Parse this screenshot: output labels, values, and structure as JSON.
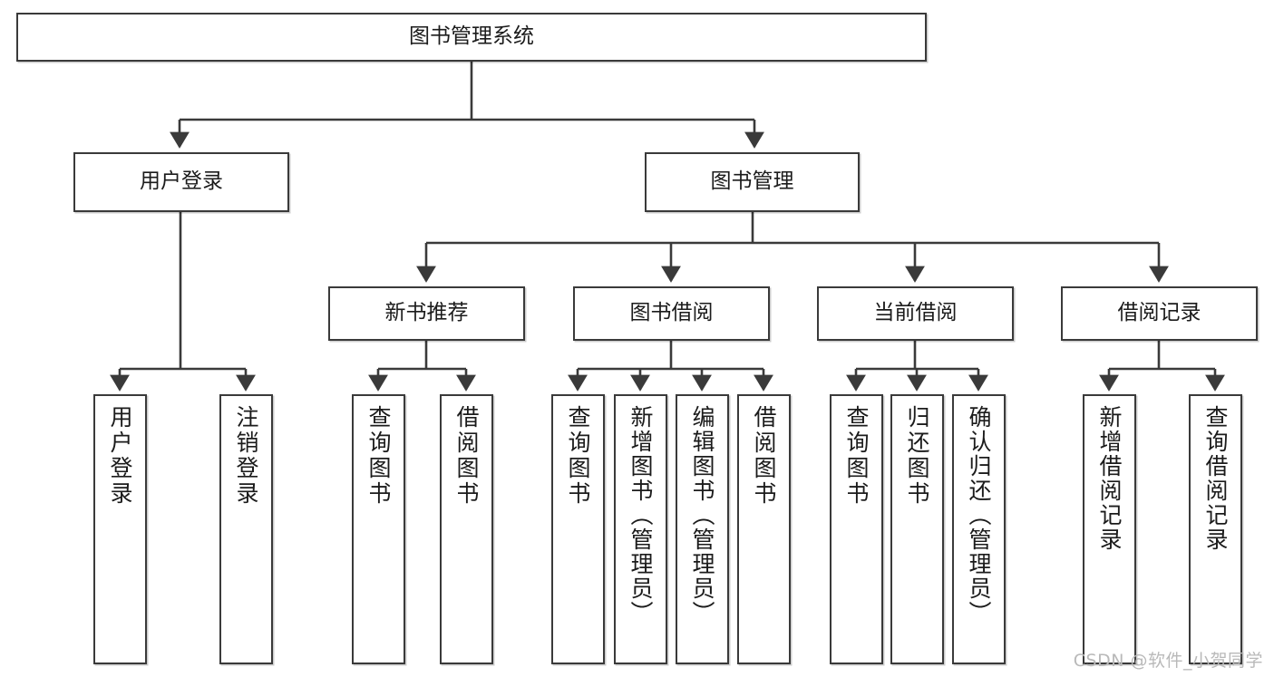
{
  "diagram": {
    "title": "图书管理系统",
    "type": "tree",
    "nodes": {
      "root": {
        "label": "图书管理系统"
      },
      "level1": [
        {
          "id": "user-login",
          "label": "用户登录"
        },
        {
          "id": "book-manage",
          "label": "图书管理"
        }
      ],
      "level2": [
        {
          "id": "new-book-recommend",
          "label": "新书推荐",
          "parent": "book-manage"
        },
        {
          "id": "book-borrow",
          "label": "图书借阅",
          "parent": "book-manage"
        },
        {
          "id": "current-borrow",
          "label": "当前借阅",
          "parent": "book-manage"
        },
        {
          "id": "borrow-record",
          "label": "借阅记录",
          "parent": "book-manage"
        }
      ],
      "leaves": [
        {
          "id": "leaf-user-login",
          "label": "用户登录",
          "parent": "user-login"
        },
        {
          "id": "leaf-logout-login",
          "label": "注销登录",
          "parent": "user-login"
        },
        {
          "id": "leaf-query-book-1",
          "label": "查询图书",
          "parent": "new-book-recommend"
        },
        {
          "id": "leaf-borrow-book-1",
          "label": "借阅图书",
          "parent": "new-book-recommend"
        },
        {
          "id": "leaf-query-book-2",
          "label": "查询图书",
          "parent": "book-borrow"
        },
        {
          "id": "leaf-add-book",
          "label": "新增图书（管理员）",
          "parent": "book-borrow"
        },
        {
          "id": "leaf-edit-book",
          "label": "编辑图书（管理员）",
          "parent": "book-borrow"
        },
        {
          "id": "leaf-borrow-book-2",
          "label": "借阅图书",
          "parent": "book-borrow"
        },
        {
          "id": "leaf-query-book-3",
          "label": "查询图书",
          "parent": "current-borrow"
        },
        {
          "id": "leaf-return-book",
          "label": "归还图书",
          "parent": "current-borrow"
        },
        {
          "id": "leaf-confirm-return",
          "label": "确认归还（管理员）",
          "parent": "current-borrow"
        },
        {
          "id": "leaf-add-record",
          "label": "新增借阅记录",
          "parent": "borrow-record"
        },
        {
          "id": "leaf-query-record",
          "label": "查询借阅记录",
          "parent": "borrow-record"
        }
      ]
    },
    "colors": {
      "stroke": "#3a3a3a",
      "fill": "#ffffff",
      "text": "#1b1b1b",
      "watermark": "#b9b9b9"
    }
  },
  "watermark": {
    "text": "CSDN @软件_小贺同学"
  }
}
